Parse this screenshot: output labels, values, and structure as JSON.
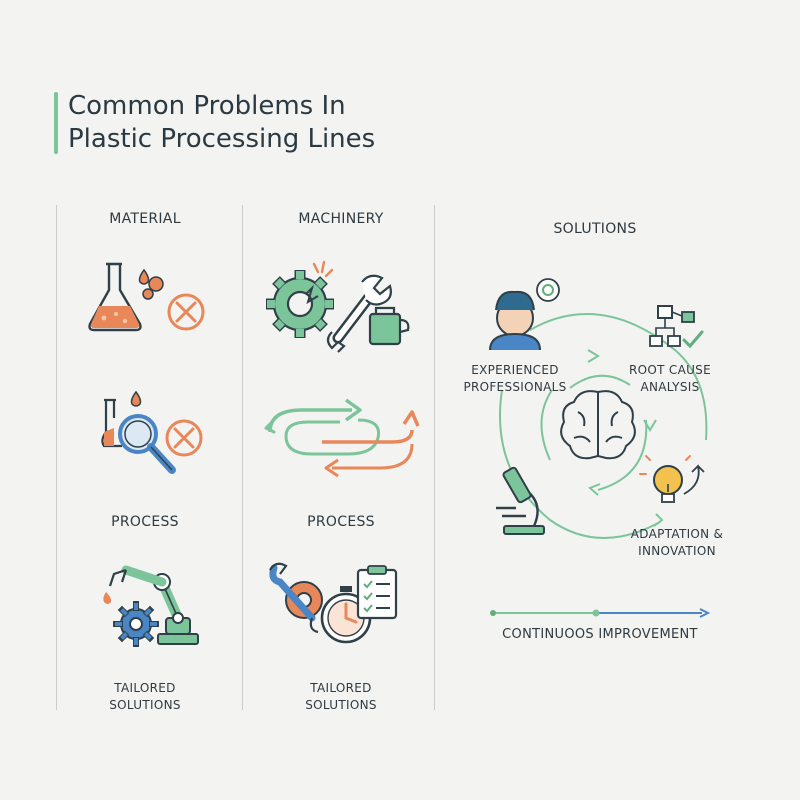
{
  "title": {
    "line1": "Common Problems In",
    "line2": "Plastic Processing Lines"
  },
  "columns": {
    "material": "MATERIAL",
    "machinery": "MACHINERY",
    "process_left": "PROCESS",
    "process_right": "PROCESS",
    "tailored_left": [
      "TAILORED",
      "SOLUTIONS"
    ],
    "tailored_right": [
      "TAILORED",
      "SOLUTIONS"
    ],
    "solutions": "SOLUTIONS"
  },
  "cycle": {
    "experienced": [
      "EXPERIENCED",
      "PROFESSIONALS"
    ],
    "root_cause": [
      "ROOT CAUSE",
      "ANALYSIS"
    ],
    "adaptation": [
      "ADAPTATION &",
      "INNOVATION"
    ]
  },
  "footer": {
    "continuous": "CONTINUOOS IMPROVEMENT"
  },
  "colors": {
    "accent_green": "#7cc49a",
    "orange": "#e8875a",
    "blue": "#4a86c5",
    "outline": "#2f4048",
    "teal_green": "#5fae7c",
    "yellow": "#f2c14e"
  },
  "icons": [
    "flask-icon",
    "droplets-icon",
    "error-x-icon",
    "gear-crack-icon",
    "wrench-icon",
    "oil-can-icon",
    "flask-magnifier-icon",
    "error-x-icon",
    "flow-arrows-icon",
    "robot-arm-icon",
    "gear-icon",
    "wrench-gear-icon",
    "stopwatch-icon",
    "clipboard-checklist-icon",
    "professional-avatar-icon",
    "flowchart-check-icon",
    "brain-icon",
    "microscope-icon",
    "lightbulb-icon"
  ]
}
